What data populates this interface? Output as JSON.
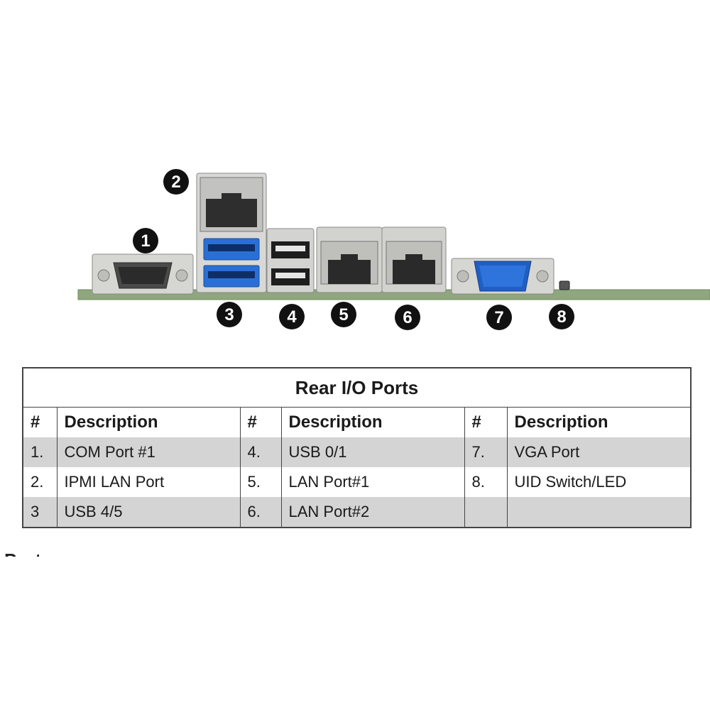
{
  "callouts": [
    "1",
    "2",
    "3",
    "4",
    "5",
    "6",
    "7",
    "8"
  ],
  "table": {
    "title": "Rear I/O Ports",
    "headers": [
      "#",
      "Description",
      "#",
      "Description",
      "#",
      "Description"
    ],
    "rows": [
      [
        "1.",
        "COM Port #1",
        "4.",
        "USB 0/1",
        "7.",
        "VGA Port"
      ],
      [
        "2.",
        "IPMI LAN Port",
        "5.",
        "LAN Port#1",
        "8.",
        "UID Switch/LED"
      ],
      [
        "3",
        "USB 4/5",
        "6.",
        "LAN Port#2",
        "",
        ""
      ]
    ]
  },
  "colors": {
    "board": "#8ea77e",
    "metal": "#d2d2cf",
    "vga_blue": "#1f5fc4",
    "usb3_blue": "#2a6fd6",
    "row_shade": "#d4d4d4",
    "callout": "#111111"
  },
  "cut_text": "Port"
}
